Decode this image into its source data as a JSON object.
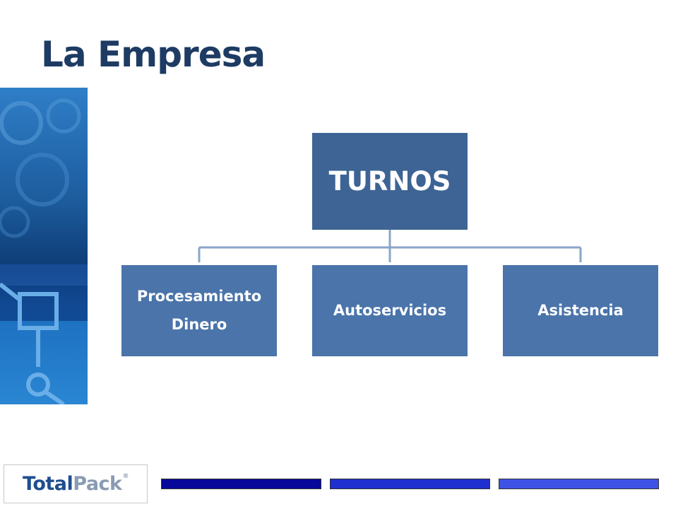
{
  "slide": {
    "title": "La Empresa"
  },
  "org_chart": {
    "root": {
      "label": "TURNOS"
    },
    "children": [
      {
        "label": "Procesamiento Dinero"
      },
      {
        "label": "Autoservicios"
      },
      {
        "label": "Asistencia"
      }
    ]
  },
  "logo": {
    "part1": "Total",
    "part2": "Pack",
    "mark": "®"
  },
  "colors": {
    "title": "#1d3b63",
    "root_box": "#3d6494",
    "child_box": "#4a74aa",
    "connector": "#8aa5c9",
    "footer_bars": [
      "#08089a",
      "#1f2fd0",
      "#3f52e6"
    ],
    "side_panel": "#1e6ab3"
  }
}
